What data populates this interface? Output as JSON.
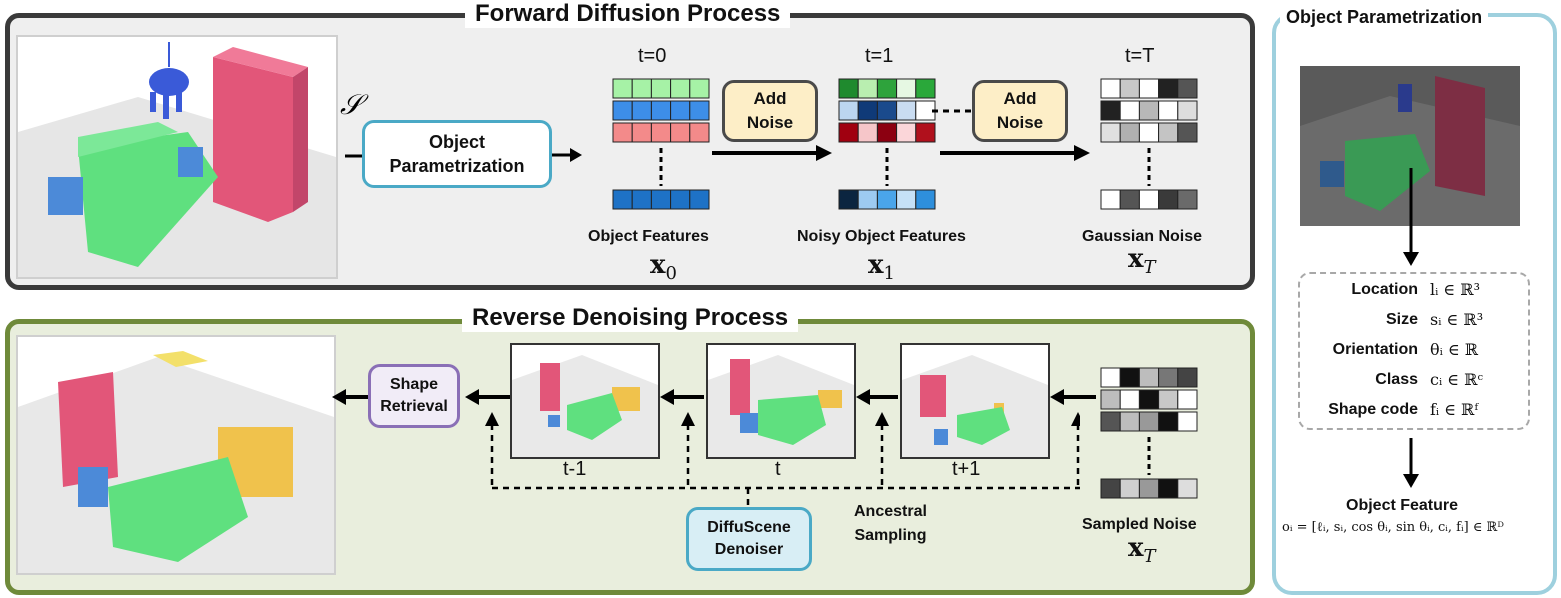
{
  "forward": {
    "title": "Forward Diffusion Process",
    "scene_symbol": "𝒮",
    "param_box": [
      "Object",
      "Parametrization"
    ],
    "add_noise": "Add\nNoise",
    "t0": "t=0",
    "t1": "t=1",
    "tT": "t=T",
    "feat_label": "Object Features",
    "noisy_label": "Noisy Object Features",
    "gauss_label": "Gaussian Noise",
    "x0": "x",
    "x0_sub": "0",
    "x1": "x",
    "x1_sub": "1",
    "xT": "x",
    "xT_sub": "T"
  },
  "reverse": {
    "title": "Reverse Denoising Process",
    "shape_retrieval": [
      "Shape",
      "Retrieval"
    ],
    "t_minus": "t-1",
    "t": "t",
    "t_plus": "t+1",
    "ancestral": [
      "Ancestral",
      "Sampling"
    ],
    "denoiser": [
      "DiffuScene",
      "Denoiser"
    ],
    "sampled_noise": "Sampled Noise",
    "xT": "x",
    "xT_sub": "T"
  },
  "param": {
    "title": "Object Parametrization",
    "rows": [
      {
        "name": "Location",
        "math": "lᵢ ∈ ℝ³"
      },
      {
        "name": "Size",
        "math": "sᵢ ∈ ℝ³"
      },
      {
        "name": "Orientation",
        "math": "θᵢ ∈ ℝ"
      },
      {
        "name": "Class",
        "math": "cᵢ ∈ ℝᶜ"
      },
      {
        "name": "Shape code",
        "math": "fᵢ ∈ ℝᶠ"
      }
    ],
    "feature_title": "Object Feature",
    "feature_formula": "oᵢ = [ℓᵢ, sᵢ, cos θᵢ, sin θᵢ, cᵢ, fᵢ] ∈ ℝᴰ"
  },
  "colors": {
    "forward_bg": "#efefef",
    "forward_border": "#3a3a3a",
    "reverse_bg": "#e9eedd",
    "reverse_border": "#6f8a3a",
    "param_border": "#9ed0de",
    "param_box": "#4aa9c6",
    "noise_box_fill": "#fdeec7",
    "retrieval_border": "#8a6fb6",
    "retrieval_fill": "#f1ecf7",
    "denoiser_fill": "#d8eef5"
  },
  "grids": {
    "clean": [
      [
        "#a6f2a6",
        "#a6f2a6",
        "#a6f2a6",
        "#a6f2a6",
        "#a6f2a6"
      ],
      [
        "#3d8ee8",
        "#3d8ee8",
        "#3d8ee8",
        "#3d8ee8",
        "#3d8ee8"
      ],
      [
        "#f38a8a",
        "#f38a8a",
        "#f38a8a",
        "#f38a8a",
        "#f38a8a"
      ]
    ],
    "clean_last": [
      "#1e72c6",
      "#1e72c6",
      "#1e72c6",
      "#1e72c6",
      "#1e72c6"
    ],
    "noisy": [
      [
        "#1f8a2e",
        "#b9eeb0",
        "#2ea33c",
        "#e6f8e3",
        "#2aa83a"
      ],
      [
        "#bcd6f0",
        "#0f3a78",
        "#1a4a8c",
        "#c9dcf1",
        "#ffffff"
      ],
      [
        "#a00010",
        "#f6c6c9",
        "#8c0011",
        "#fbd6d9",
        "#b0101c"
      ]
    ],
    "noisy_last": [
      "#0b2540",
      "#9dcaf1",
      "#4aa5ea",
      "#c5e1f7",
      "#2e8fdc"
    ],
    "gauss": [
      [
        "#ffffff",
        "#c8c8c8",
        "#ffffff",
        "#222222",
        "#555555"
      ],
      [
        "#222222",
        "#ffffff",
        "#b8b8b8",
        "#ffffff",
        "#dddddd"
      ],
      [
        "#e0e0e0",
        "#b0b0b0",
        "#ffffff",
        "#c4c4c4",
        "#555555"
      ]
    ],
    "gauss_last": [
      "#ffffff",
      "#555555",
      "#ffffff",
      "#3a3a3a",
      "#6a6a6a"
    ],
    "sampled": [
      [
        "#ffffff",
        "#111111",
        "#bdbdbd",
        "#777777",
        "#444444"
      ],
      [
        "#bdbdbd",
        "#ffffff",
        "#111111",
        "#c8c8c8",
        "#ffffff"
      ],
      [
        "#555555",
        "#bdbdbd",
        "#999999",
        "#111111",
        "#ffffff"
      ]
    ],
    "sampled_last": [
      "#444444",
      "#cfcfcf",
      "#999999",
      "#111111",
      "#dddddd"
    ]
  }
}
